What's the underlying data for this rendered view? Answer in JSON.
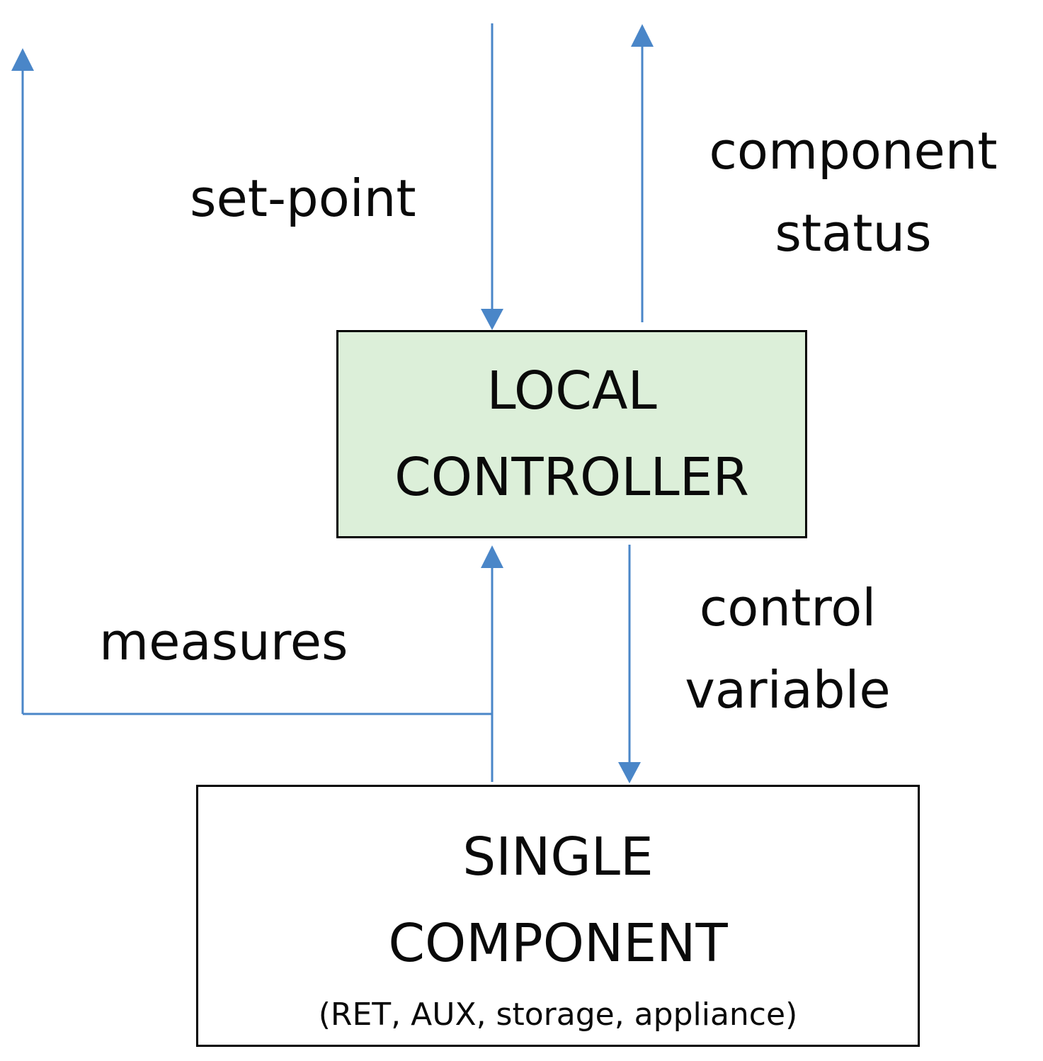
{
  "colors": {
    "arrow": "#4a86c8",
    "controller_fill": "#dcefd9",
    "component_fill": "#ffffff",
    "border": "#000000",
    "text": "#0a0a0a"
  },
  "controller": {
    "line1": "LOCAL",
    "line2": "CONTROLLER"
  },
  "component": {
    "line1": "SINGLE",
    "line2": "COMPONENT",
    "subtitle": "(RET, AUX, storage, appliance)"
  },
  "labels": {
    "setpoint": "set-point",
    "status_line1": "component",
    "status_line2": "status",
    "measures": "measures",
    "control_line1": "control",
    "control_line2": "variable"
  }
}
